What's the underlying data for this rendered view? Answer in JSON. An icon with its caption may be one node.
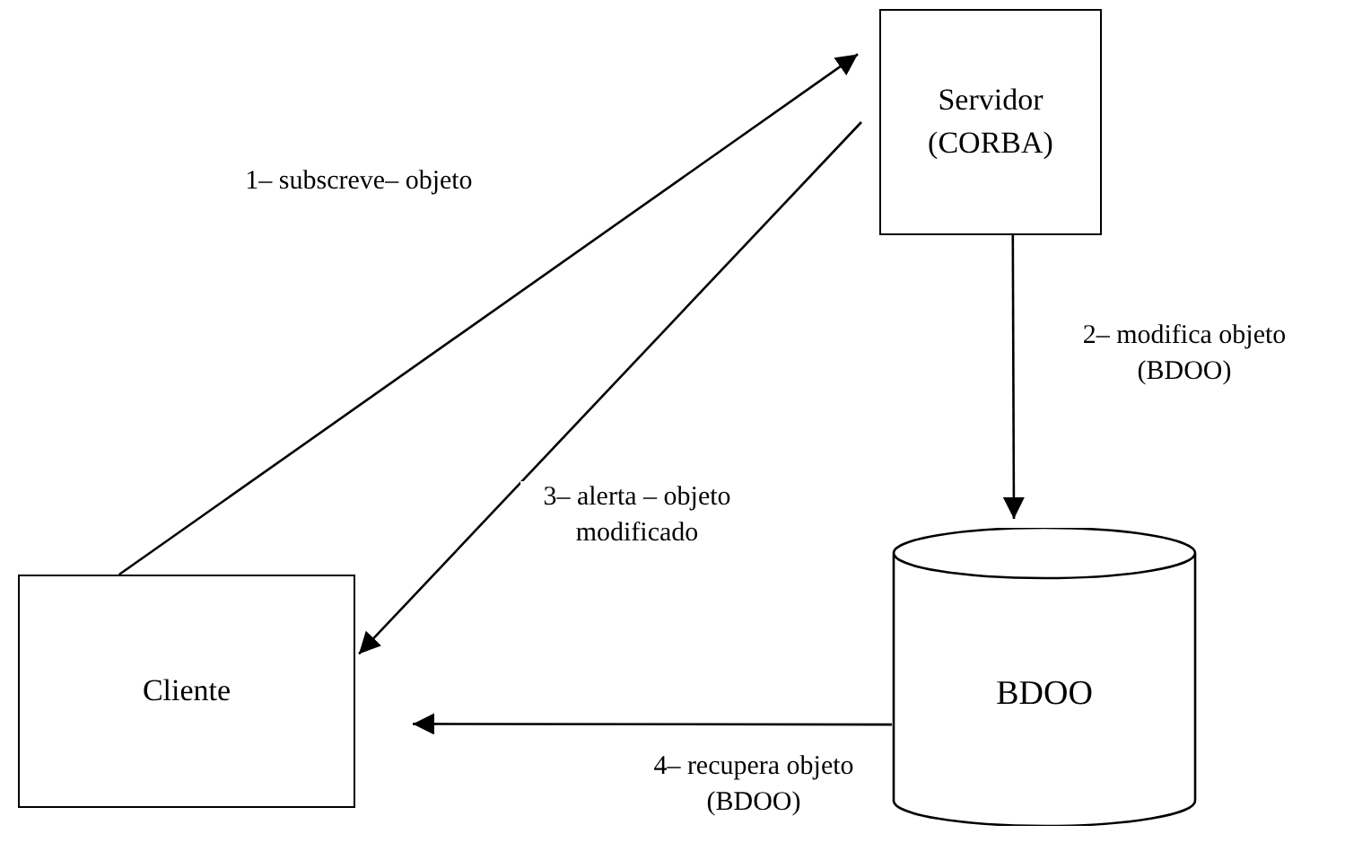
{
  "diagram": {
    "nodes": [
      {
        "text": [
          "Servidor (CORBA)"
        ]
      },
      {
        "text": [
          "Cliente"
        ]
      },
      {
        "text": [
          "BDOO"
        ]
      }
    ],
    "edges": [
      {
        "from": 1,
        "to": 0,
        "arrow": "to",
        "label": "1– subscreve– objeto"
      },
      {
        "from": 0,
        "to": 2,
        "arrow": "to",
        "label": "2– modifica objeto (BDOO)"
      },
      {
        "from": 0,
        "to": 1,
        "arrow": "to",
        "label": "3– alerta – objeto modificado"
      },
      {
        "from": 2,
        "to": 1,
        "arrow": "to",
        "label": "4– recupera objeto (BDOO)"
      }
    ]
  }
}
